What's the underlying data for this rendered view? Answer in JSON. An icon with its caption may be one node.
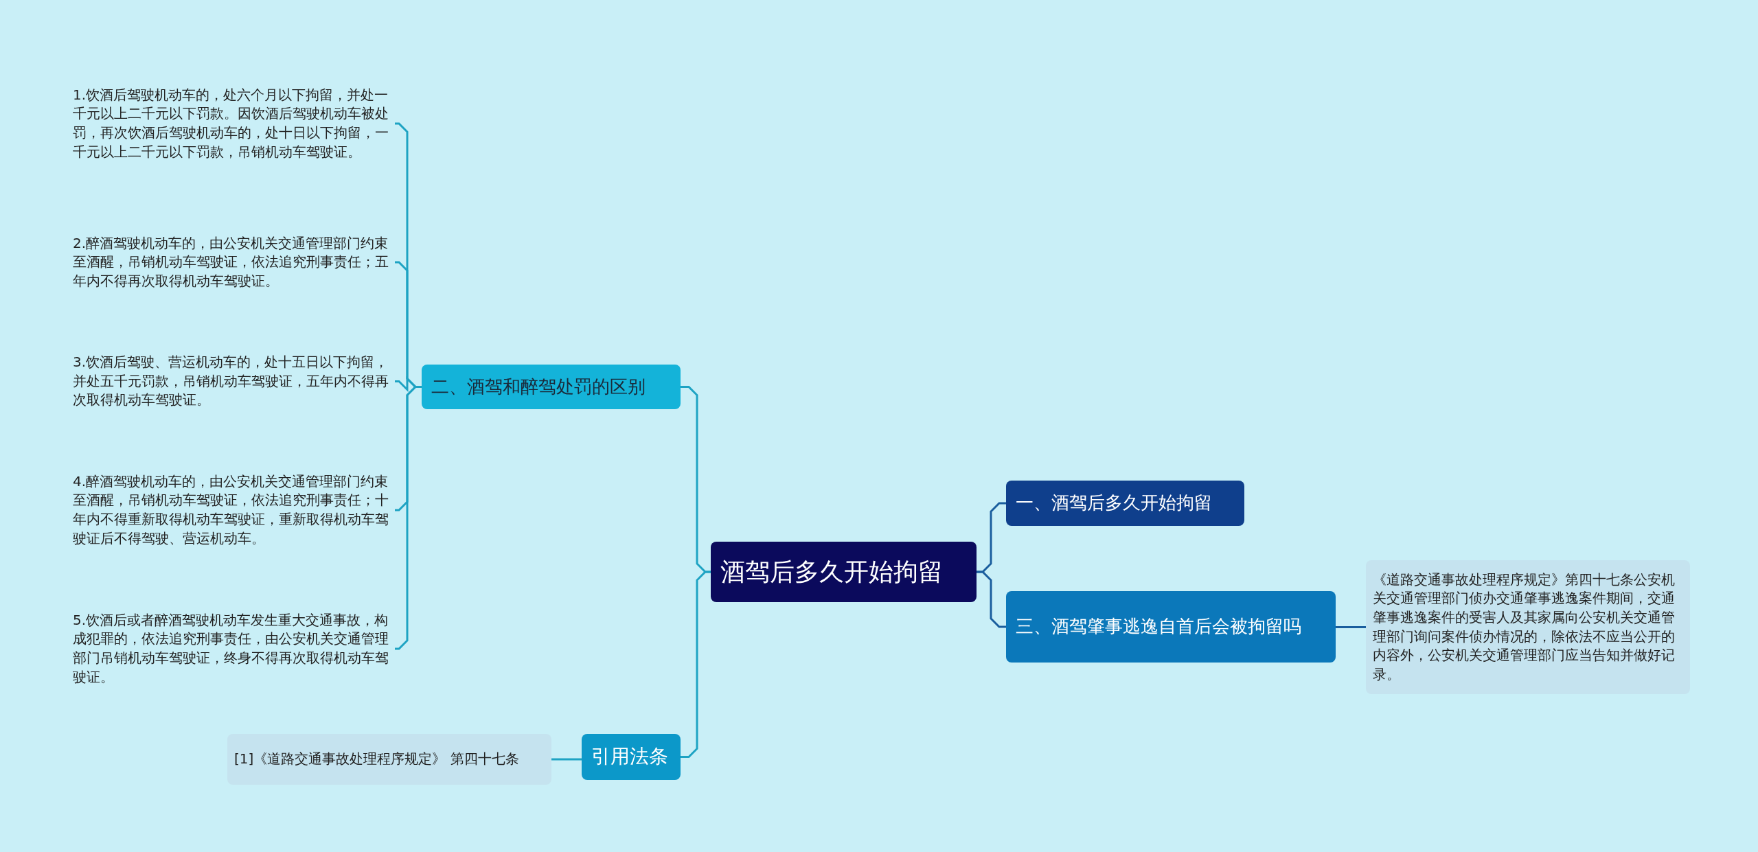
{
  "diagram": {
    "nodes": [
      {
        "text": [
          "酒驾后多久开始拘留"
        ]
      },
      {
        "text": [
          "二、酒驾和醉驾处罚的区别"
        ]
      },
      {
        "text": [
          "1.饮酒后驾驶机动车的，处六个月以下拘留，并处一千元以上二千元以下罚款。因饮酒后驾驶机动车被处罚，再次饮酒后驾驶机动车的，处十日以下拘留，一千元以上二千元以下罚款，吊销机动车驾驶证。"
        ]
      },
      {
        "text": [
          "2.醉酒驾驶机动车的，由公安机关交通管理部门约束至酒醒，吊销机动车驾驶证，依法追究刑事责任；五年内不得再次取得机动车驾驶证。"
        ]
      },
      {
        "text": [
          "3.饮酒后驾驶、营运机动车的，处十五日以下拘留，并处五千元罚款，吊销机动车驾驶证，五年内不得再次取得机动车驾驶证。"
        ]
      },
      {
        "text": [
          "4.醉酒驾驶机动车的，由公安机关交通管理部门约束至酒醒，吊销机动车驾驶证，依法追究刑事责任；十年内不得重新取得机动车驾驶证，重新取得机动车驾驶证后不得驾驶、营运机动车。"
        ]
      },
      {
        "text": [
          "5.饮酒后或者醉酒驾驶机动车发生重大交通事故，构成犯罪的，依法追究刑事责任，由公安机关交通管理部门吊销机动车驾驶证，终身不得再次取得机动车驾驶证。"
        ]
      },
      {
        "text": [
          "引用法条"
        ]
      },
      {
        "text": [
          "[1]《道路交通事故处理程序规定》 第四十七条"
        ]
      },
      {
        "text": [
          "一、酒驾后多久开始拘留"
        ]
      },
      {
        "text": [
          "三、酒驾肇事逃逸自首后会被拘留吗"
        ]
      },
      {
        "text": [
          "《道路交通事故处理程序规定》第四十七条公安机关交通管理部门侦办交通肇事逃逸案件期间，交通肇事逃逸案件的受害人及其家属向公安机关交通管理部门询问案件侦办情况的，除依法不应当公开的内容外，公安机关交通管理部门应当告知并做好记录。"
        ]
      }
    ],
    "edges": [
      {
        "from": 0,
        "to": 1,
        "arrow": "none"
      },
      {
        "from": 1,
        "to": 2,
        "arrow": "none"
      },
      {
        "from": 1,
        "to": 3,
        "arrow": "none"
      },
      {
        "from": 1,
        "to": 4,
        "arrow": "none"
      },
      {
        "from": 1,
        "to": 5,
        "arrow": "none"
      },
      {
        "from": 1,
        "to": 6,
        "arrow": "none"
      },
      {
        "from": 0,
        "to": 7,
        "arrow": "none"
      },
      {
        "from": 7,
        "to": 8,
        "arrow": "none"
      },
      {
        "from": 0,
        "to": 9,
        "arrow": "none",
        "color": "#1a5e9e"
      },
      {
        "from": 0,
        "to": 10,
        "arrow": "none",
        "color": "#1a5e9e"
      },
      {
        "from": 10,
        "to": 11,
        "arrow": "none",
        "color": "#1a5e9e"
      }
    ]
  }
}
